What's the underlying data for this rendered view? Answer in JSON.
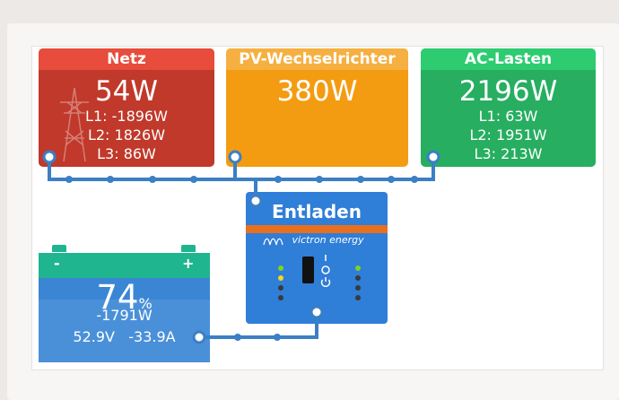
{
  "grid": {
    "title": "Netz",
    "power": "54W",
    "l1": "L1: -1896W",
    "l2": "L2: 1826W",
    "l3": "L3: 86W"
  },
  "pv": {
    "title": "PV-Wechselrichter",
    "power": "380W"
  },
  "ac": {
    "title": "AC-Lasten",
    "power": "2196W",
    "l1": "L1: 63W",
    "l2": "L2: 1951W",
    "l3": "L3: 213W"
  },
  "inverter": {
    "state": "Entladen",
    "brand": "victron energy"
  },
  "battery": {
    "minus": "-",
    "plus": "+",
    "soc": "74",
    "soc_unit": "%",
    "power": "-1791W",
    "voltage": "52.9V",
    "current": "-33.9A"
  },
  "colors": {
    "grid": "#c0392b",
    "pv": "#f39c12",
    "ac": "#27ae60",
    "inverter": "#2f7ed8",
    "battery": "#3a86d4",
    "wire": "#3b7fc4"
  },
  "icons": {
    "grid": "power-pylon-icon",
    "brand": "victron-logo-icon"
  }
}
